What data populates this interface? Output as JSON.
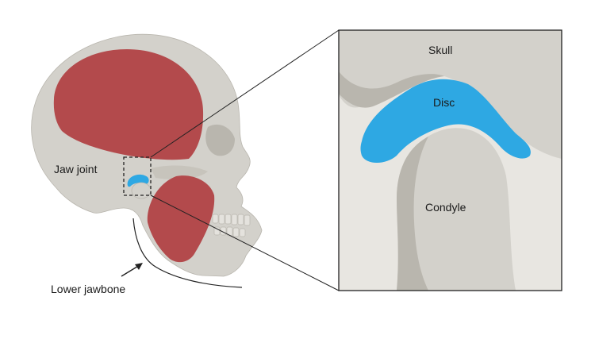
{
  "labels": {
    "jaw_joint": "Jaw joint",
    "lower_jawbone": "Lower jawbone",
    "skull": "Skull",
    "disc": "Disc",
    "condyle": "Condyle"
  },
  "colors": {
    "bone": "#d3d1cb",
    "bone_shadow": "#b9b6ae",
    "muscle": "#b34a4c",
    "disc": "#2ea8e3",
    "line": "#222222"
  }
}
